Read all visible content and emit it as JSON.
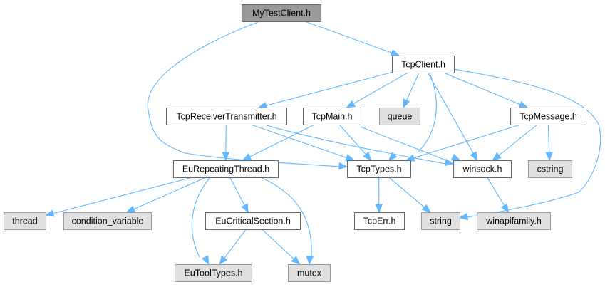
{
  "title": "MyTestClient.h include dependency graph",
  "colors": {
    "edge": "#63b8ff",
    "root_fill": "#999999",
    "root_stroke": "#666666",
    "doc_fill": "#ffffff",
    "doc_stroke": "#666666",
    "system_fill": "#e0e0e0",
    "system_stroke": "#999999"
  },
  "nodes": [
    {
      "id": "MyTestClient",
      "label": "MyTestClient.h",
      "kind": "root"
    },
    {
      "id": "TcpClient",
      "label": "TcpClient.h",
      "kind": "doc"
    },
    {
      "id": "TcpReceiverTransmitter",
      "label": "TcpReceiverTransmitter.h",
      "kind": "doc"
    },
    {
      "id": "TcpMain",
      "label": "TcpMain.h",
      "kind": "doc"
    },
    {
      "id": "queue",
      "label": "queue",
      "kind": "system"
    },
    {
      "id": "TcpMessage",
      "label": "TcpMessage.h",
      "kind": "doc"
    },
    {
      "id": "EuRepeatingThread",
      "label": "EuRepeatingThread.h",
      "kind": "doc"
    },
    {
      "id": "TcpTypes",
      "label": "TcpTypes.h",
      "kind": "doc"
    },
    {
      "id": "winsock",
      "label": "winsock.h",
      "kind": "doc"
    },
    {
      "id": "cstring",
      "label": "cstring",
      "kind": "system"
    },
    {
      "id": "thread",
      "label": "thread",
      "kind": "system"
    },
    {
      "id": "condition_variable",
      "label": "condition_variable",
      "kind": "system"
    },
    {
      "id": "EuCriticalSection",
      "label": "EuCriticalSection.h",
      "kind": "doc"
    },
    {
      "id": "TcpErr",
      "label": "TcpErr.h",
      "kind": "doc"
    },
    {
      "id": "string",
      "label": "string",
      "kind": "system"
    },
    {
      "id": "winapifamily",
      "label": "winapifamily.h",
      "kind": "system"
    },
    {
      "id": "EuToolTypes",
      "label": "EuToolTypes.h",
      "kind": "system"
    },
    {
      "id": "mutex",
      "label": "mutex",
      "kind": "system"
    }
  ],
  "edges": [
    {
      "from": "MyTestClient",
      "to": "TcpClient"
    },
    {
      "from": "MyTestClient",
      "to": "TcpTypes"
    },
    {
      "from": "TcpClient",
      "to": "TcpReceiverTransmitter"
    },
    {
      "from": "TcpClient",
      "to": "TcpMain"
    },
    {
      "from": "TcpClient",
      "to": "queue"
    },
    {
      "from": "TcpClient",
      "to": "TcpTypes"
    },
    {
      "from": "TcpClient",
      "to": "winsock"
    },
    {
      "from": "TcpClient",
      "to": "TcpMessage"
    },
    {
      "from": "TcpClient",
      "to": "string"
    },
    {
      "from": "TcpReceiverTransmitter",
      "to": "EuRepeatingThread"
    },
    {
      "from": "TcpReceiverTransmitter",
      "to": "TcpTypes"
    },
    {
      "from": "TcpReceiverTransmitter",
      "to": "winsock"
    },
    {
      "from": "TcpMain",
      "to": "EuRepeatingThread"
    },
    {
      "from": "TcpMain",
      "to": "TcpTypes"
    },
    {
      "from": "TcpMain",
      "to": "winsock"
    },
    {
      "from": "TcpMessage",
      "to": "TcpTypes"
    },
    {
      "from": "TcpMessage",
      "to": "winsock"
    },
    {
      "from": "TcpMessage",
      "to": "cstring"
    },
    {
      "from": "EuRepeatingThread",
      "to": "thread"
    },
    {
      "from": "EuRepeatingThread",
      "to": "condition_variable"
    },
    {
      "from": "EuRepeatingThread",
      "to": "EuCriticalSection"
    },
    {
      "from": "EuRepeatingThread",
      "to": "EuToolTypes"
    },
    {
      "from": "EuRepeatingThread",
      "to": "mutex"
    },
    {
      "from": "EuCriticalSection",
      "to": "EuToolTypes"
    },
    {
      "from": "EuCriticalSection",
      "to": "mutex"
    },
    {
      "from": "TcpTypes",
      "to": "TcpErr"
    },
    {
      "from": "TcpTypes",
      "to": "string"
    },
    {
      "from": "winsock",
      "to": "winapifamily"
    }
  ]
}
